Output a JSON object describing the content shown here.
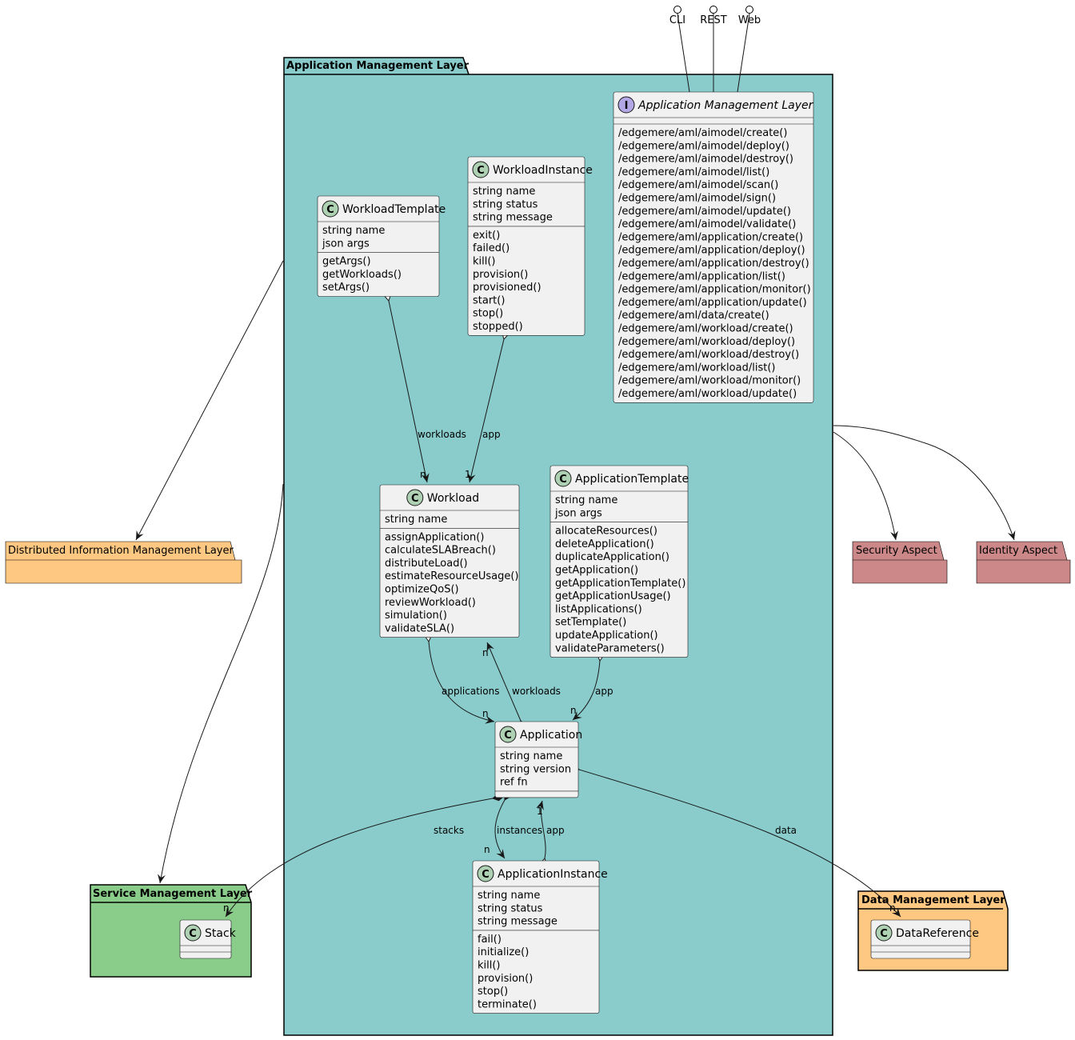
{
  "ports": [
    "CLI",
    "REST",
    "Web"
  ],
  "packages": {
    "aml": "Application Management Layer",
    "dim": "Distributed Information Management Layer",
    "sml": "Service Management Layer",
    "dml": "Data Management Layer",
    "security": "Security Aspect",
    "identity": "Identity Aspect"
  },
  "interface": {
    "name": "Application Management Layer",
    "methods": [
      "/edgemere/aml/aimodel/create()",
      "/edgemere/aml/aimodel/deploy()",
      "/edgemere/aml/aimodel/destroy()",
      "/edgemere/aml/aimodel/list()",
      "/edgemere/aml/aimodel/scan()",
      "/edgemere/aml/aimodel/sign()",
      "/edgemere/aml/aimodel/update()",
      "/edgemere/aml/aimodel/validate()",
      "/edgemere/aml/application/create()",
      "/edgemere/aml/application/deploy()",
      "/edgemere/aml/application/destroy()",
      "/edgemere/aml/application/list()",
      "/edgemere/aml/application/monitor()",
      "/edgemere/aml/application/update()",
      "/edgemere/aml/data/create()",
      "/edgemere/aml/workload/create()",
      "/edgemere/aml/workload/deploy()",
      "/edgemere/aml/workload/destroy()",
      "/edgemere/aml/workload/list()",
      "/edgemere/aml/workload/monitor()",
      "/edgemere/aml/workload/update()"
    ]
  },
  "classes": {
    "workloadTemplate": {
      "name": "WorkloadTemplate",
      "attrs": [
        "string name",
        "json args"
      ],
      "methods": [
        "getArgs()",
        "getWorkloads()",
        "setArgs()"
      ]
    },
    "workloadInstance": {
      "name": "WorkloadInstance",
      "attrs": [
        "string name",
        "string status",
        "string message"
      ],
      "methods": [
        "exit()",
        "failed()",
        "kill()",
        "provision()",
        "provisioned()",
        "start()",
        "stop()",
        "stopped()"
      ]
    },
    "workload": {
      "name": "Workload",
      "attrs": [
        "string name"
      ],
      "methods": [
        "assignApplication()",
        "calculateSLABreach()",
        "distributeLoad()",
        "estimateResourceUsage()",
        "optimizeQoS()",
        "reviewWorkload()",
        "simulation()",
        "validateSLA()"
      ]
    },
    "applicationTemplate": {
      "name": "ApplicationTemplate",
      "attrs": [
        "string name",
        "json args"
      ],
      "methods": [
        "allocateResources()",
        "deleteApplication()",
        "duplicateApplication()",
        "getApplication()",
        "getApplicationTemplate()",
        "getApplicationUsage()",
        "listApplications()",
        "setTemplate()",
        "updateApplication()",
        "validateParameters()"
      ]
    },
    "application": {
      "name": "Application",
      "attrs": [
        "string name",
        "string version",
        "ref fn"
      ],
      "methods": []
    },
    "applicationInstance": {
      "name": "ApplicationInstance",
      "attrs": [
        "string name",
        "string status",
        "string message"
      ],
      "methods": [
        "fail()",
        "initialize()",
        "kill()",
        "provision()",
        "stop()",
        "terminate()"
      ]
    },
    "stack": {
      "name": "Stack",
      "attrs": [],
      "methods": []
    },
    "dataReference": {
      "name": "DataReference",
      "attrs": [],
      "methods": []
    }
  },
  "relations": {
    "templateWorkloads": {
      "label": "workloads",
      "mult": "n"
    },
    "instanceApp": {
      "label": "app",
      "mult": "1"
    },
    "workloadApplications": {
      "label": "applications",
      "mult": "n"
    },
    "appWorkloads": {
      "label": "workloads",
      "mult": "n"
    },
    "appTemplateApp": {
      "label": "app",
      "mult": "n"
    },
    "stacks": {
      "label": "stacks",
      "mult": "n"
    },
    "instances": {
      "label": "instances",
      "mult": "n"
    },
    "appInstanceApp": {
      "label": "app",
      "mult": "1"
    },
    "data": {
      "label": "data",
      "mult": "n"
    }
  },
  "colors": {
    "aml": "#8ACCCC",
    "dim": "#FFC882",
    "sml": "#8ACC8A",
    "dml": "#FFC882",
    "aspect": "#CC8888",
    "classBg": "#F1F1F1",
    "classCircle": "#ADD1B2",
    "interfaceCircle": "#B4A7E5"
  }
}
